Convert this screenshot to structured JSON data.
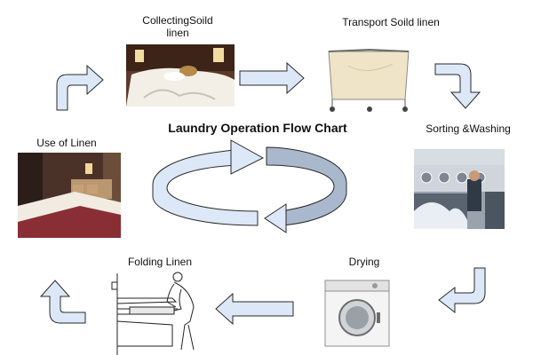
{
  "title": "Laundry Operation Flow Chart",
  "steps": {
    "collecting": {
      "line1": "CollectingSoild",
      "line2": "linen"
    },
    "transport": "Transport Soild linen",
    "sorting": "Sorting &Washing",
    "drying": "Drying",
    "folding": "Folding Linen",
    "use": "Use of Linen"
  },
  "colors": {
    "arrow_fill": "#dce8f7",
    "arrow_stroke": "#2a2a2a",
    "cycle_fill": "#a9b8cc"
  }
}
